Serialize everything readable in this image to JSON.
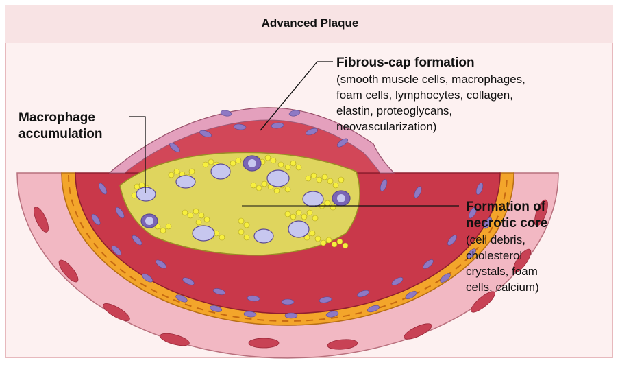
{
  "title": "Advanced Plaque",
  "labels": {
    "macrophage": {
      "lines": [
        "Macrophage",
        "accumulation"
      ]
    },
    "fibrous_cap": {
      "heading": "Fibrous-cap formation",
      "details": [
        "(smooth muscle cells, macrophages,",
        "foam cells, lymphocytes, collagen,",
        "elastin, proteoglycans,",
        "neovascularization)"
      ]
    },
    "necrotic_core": {
      "heading": [
        "Formation of",
        "necrotic core"
      ],
      "details": [
        "(cell debris,",
        "cholesterol",
        "crystals, foam",
        "cells, calcium)"
      ]
    }
  },
  "colors": {
    "outer_layer": "#f2b8c3",
    "yellow_band": "#f3a52b",
    "media": "#c9384a",
    "cell_nucleus": "#8e79c4",
    "core_fill": "#dfd55e",
    "foam_dots": "#f7ef3e",
    "macrophage": "#c7c7ef"
  }
}
